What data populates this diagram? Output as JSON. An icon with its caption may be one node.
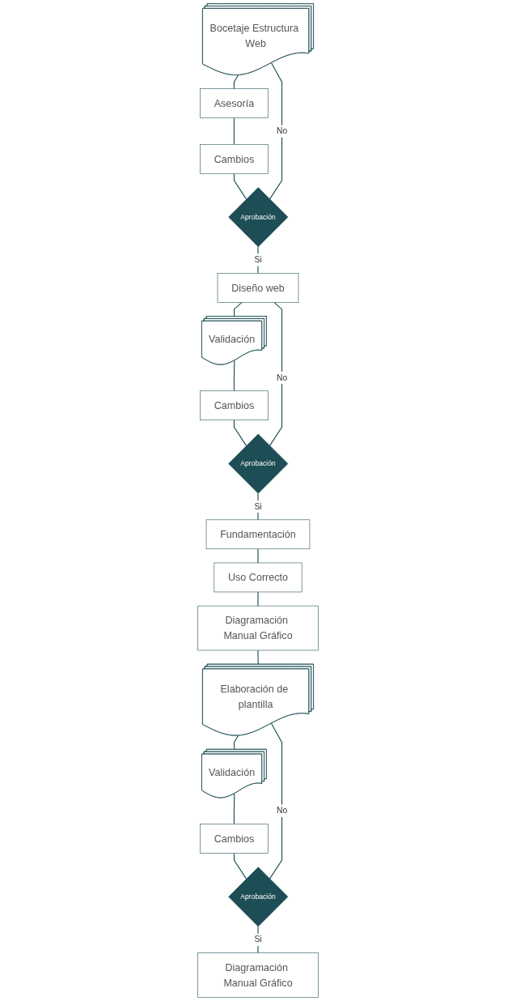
{
  "diagram": {
    "nodes": [
      {
        "text": [
          "Bocetaje Estructura Web"
        ]
      },
      {
        "text": [
          "Asesoría"
        ]
      },
      {
        "text": [
          "Cambios"
        ]
      },
      {
        "text": [
          "Aprobación"
        ]
      },
      {
        "text": [
          "Diseño web"
        ]
      },
      {
        "text": [
          "Validación"
        ]
      },
      {
        "text": [
          "Cambios"
        ]
      },
      {
        "text": [
          "Aprobación"
        ]
      },
      {
        "text": [
          "Fundamentación"
        ]
      },
      {
        "text": [
          "Uso Correcto"
        ]
      },
      {
        "text": [
          "Diagramación Manual Gráfico"
        ]
      },
      {
        "text": [
          "Elaboración de plantilla"
        ]
      },
      {
        "text": [
          "Validación"
        ]
      },
      {
        "text": [
          "Cambios"
        ]
      },
      {
        "text": [
          "Aprobación"
        ]
      },
      {
        "text": [
          "Diagramación Manual Gráfico"
        ]
      }
    ],
    "edges": [
      {
        "from": 0,
        "to": 1,
        "arrow": "none"
      },
      {
        "from": 1,
        "to": 2,
        "arrow": "none"
      },
      {
        "from": 2,
        "to": 3,
        "arrow": "none"
      },
      {
        "from": 3,
        "to": 0,
        "arrow": "none",
        "label": "No"
      },
      {
        "from": 3,
        "to": 4,
        "arrow": "none",
        "label": "Si"
      },
      {
        "from": 4,
        "to": 5,
        "arrow": "none"
      },
      {
        "from": 5,
        "to": 6,
        "arrow": "none"
      },
      {
        "from": 6,
        "to": 7,
        "arrow": "none"
      },
      {
        "from": 7,
        "to": 4,
        "arrow": "none",
        "label": "No"
      },
      {
        "from": 7,
        "to": 8,
        "arrow": "none",
        "label": "Si"
      },
      {
        "from": 8,
        "to": 9,
        "arrow": "none"
      },
      {
        "from": 9,
        "to": 10,
        "arrow": "none"
      },
      {
        "from": 10,
        "to": 11,
        "arrow": "none"
      },
      {
        "from": 11,
        "to": 12,
        "arrow": "none"
      },
      {
        "from": 12,
        "to": 13,
        "arrow": "none"
      },
      {
        "from": 13,
        "to": 14,
        "arrow": "none"
      },
      {
        "from": 14,
        "to": 11,
        "arrow": "none",
        "label": "No"
      },
      {
        "from": 14,
        "to": 15,
        "arrow": "none",
        "label": "Si"
      }
    ]
  }
}
